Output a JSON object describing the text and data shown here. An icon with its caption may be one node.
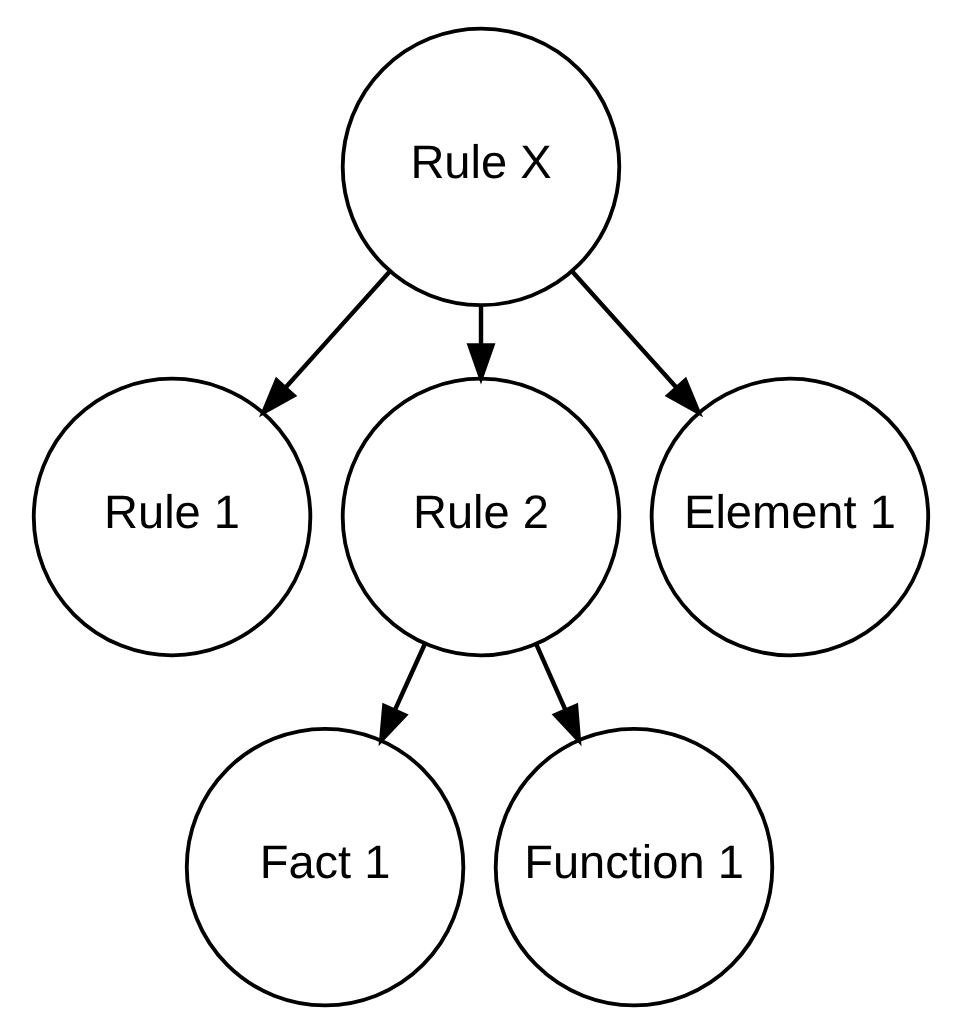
{
  "diagram": {
    "nodes": [
      {
        "text": [
          "Rule X"
        ]
      },
      {
        "text": [
          "Rule 1"
        ]
      },
      {
        "text": [
          "Rule 2"
        ]
      },
      {
        "text": [
          "Element 1"
        ]
      },
      {
        "text": [
          "Fact 1"
        ]
      },
      {
        "text": [
          "Function 1"
        ]
      }
    ],
    "edges": [
      {
        "from": 0,
        "to": 1,
        "arrow": "to"
      },
      {
        "from": 0,
        "to": 2,
        "arrow": "to"
      },
      {
        "from": 0,
        "to": 3,
        "arrow": "to"
      },
      {
        "from": 2,
        "to": 4,
        "arrow": "to"
      },
      {
        "from": 2,
        "to": 5,
        "arrow": "to"
      }
    ]
  }
}
